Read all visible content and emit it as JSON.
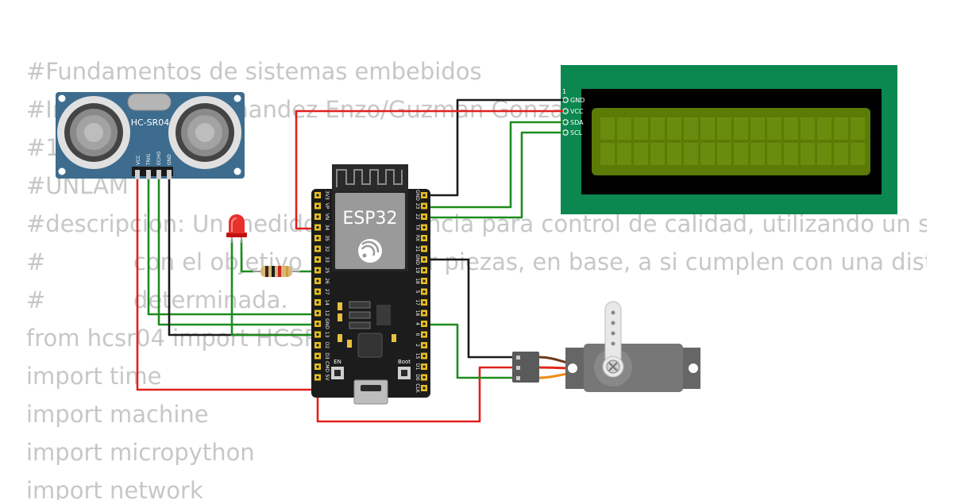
{
  "code_lines": [
    "#Fundamentos de sistemas embebidos",
    "#Integrantes: Hernandez Enzo/Guzman Gonzalo",
    "#1",
    "#UNLAM",
    "#descripcion: Un medidor de distancia para control de calidad, utilizando un sensor ultrasonico,",
    "#            con el objetivo de analizar piezas, en base, a si cumplen con una distancia",
    "#            determinada.",
    "from hcsr04 import HCSR04",
    "import time",
    "import machine",
    "import micropython",
    "import network"
  ],
  "sensor": {
    "label": "HC-SR04",
    "pins": [
      "VCC",
      "TRIG",
      "ECHO",
      "GND"
    ]
  },
  "esp32": {
    "label": "ESP32",
    "left_pins": [
      "3V3",
      "VP",
      "VN",
      "34",
      "35",
      "32",
      "33",
      "25",
      "26",
      "27",
      "14",
      "12",
      "GND",
      "13",
      "D2",
      "D3",
      "CMD",
      "5V"
    ],
    "right_pins": [
      "GND",
      "23",
      "22",
      "TX",
      "RX",
      "21",
      "GND",
      "19",
      "18",
      "5",
      "17",
      "16",
      "4",
      "0",
      "2",
      "15",
      "D1",
      "D0",
      "CLK"
    ],
    "btn_en": "EN",
    "btn_boot": "Boot"
  },
  "lcd": {
    "pin1_label": "1",
    "pins": [
      "GND",
      "VCC",
      "SDA",
      "SCL"
    ],
    "colors": {
      "board": "#0b8750",
      "screen": "#5b7b06"
    }
  },
  "wire_colors": {
    "red": "#e0211c",
    "black": "#1a1a1a",
    "green": "#1e8c1e"
  }
}
